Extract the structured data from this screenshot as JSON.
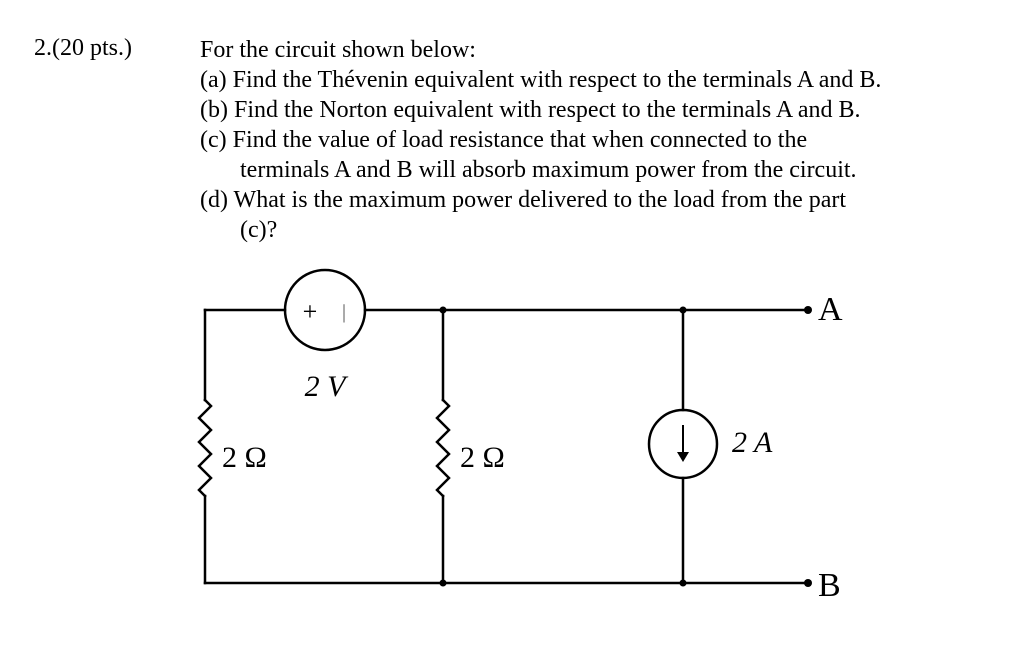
{
  "question": {
    "number": "2.(20 pts.)",
    "lines": [
      "For the circuit shown below:",
      "(a) Find the Thévenin equivalent with respect to the terminals A and B.",
      "(b) Find the Norton equivalent with respect to the terminals A and B.",
      "(c) Find the value of load resistance that when connected to the",
      "terminals A and B will absorb maximum power from the circuit.",
      "(d) What is the maximum power delivered to the load from the part",
      "(c)?"
    ]
  },
  "circuit": {
    "voltage_source": {
      "value": "2 V",
      "plus_sign": "+",
      "minus_sign": "|"
    },
    "resistor_left": {
      "value": "2 Ω"
    },
    "resistor_middle": {
      "value": "2 Ω"
    },
    "current_source": {
      "value": "2 A"
    },
    "terminal_top": "A",
    "terminal_bottom": "B"
  }
}
